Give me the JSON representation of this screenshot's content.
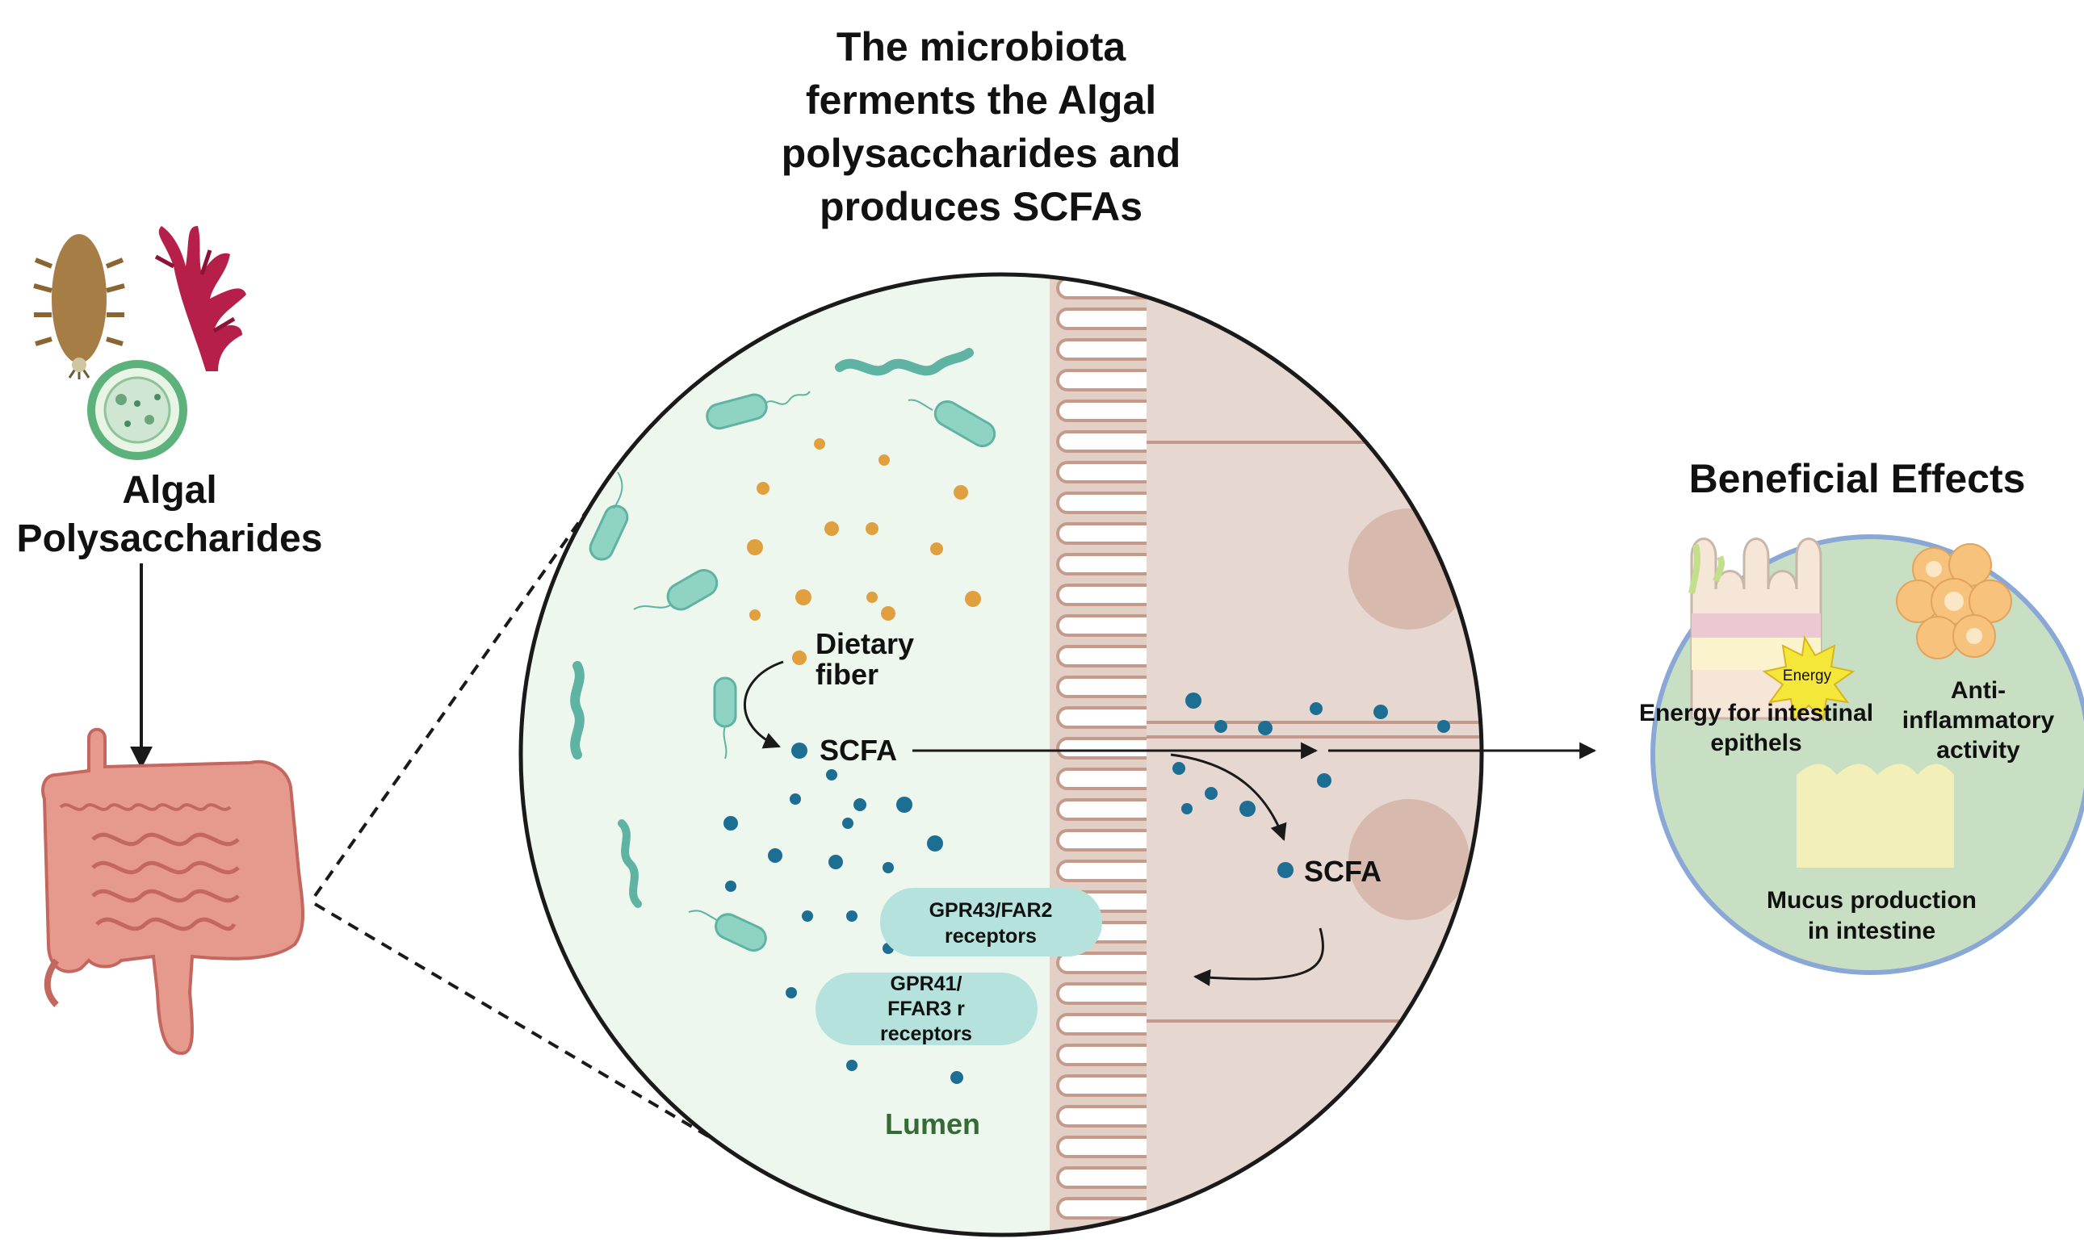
{
  "header": {
    "title_lines": [
      "The microbiota",
      "ferments the Algal",
      "polysaccharides and",
      "produces SCFAs"
    ]
  },
  "left_panel": {
    "label_lines": [
      "Algal",
      "Polysaccharides"
    ],
    "icons": [
      "brown-seaweed-icon",
      "red-seaweed-icon",
      "microalgae-cell-icon",
      "intestine-icon"
    ]
  },
  "zoom_circle": {
    "dietary_fiber_lines": [
      "Dietary",
      "fiber"
    ],
    "scfa_lumen": "SCFA",
    "scfa_tissue": "SCFA",
    "receptor_1_lines": [
      "GPR43/FAR2",
      "receptors"
    ],
    "receptor_2_lines": [
      "GPR41/",
      "FFAR3 r",
      "receptors"
    ],
    "lumen_label": "Lumen"
  },
  "beneficial": {
    "title": "Beneficial Effects",
    "energy_badge": "Energy",
    "energy_label_lines": [
      "Energy for intestinal",
      "epithels"
    ],
    "anti_lines": [
      "Anti-",
      "inflammatory",
      "activity"
    ],
    "mucus_lines": [
      "Mucus production",
      "in intestine"
    ]
  },
  "colors": {
    "lumen_bg": "#eef7ee",
    "tissue_bg": "#e6d8d1",
    "villi_fill": "#ffffff",
    "villi_stroke": "#c59a8a",
    "fiber_dot": "#e0a040",
    "scfa_dot": "#1d6e93",
    "bacteria": "#8fd3c3",
    "receptor_fill": "#b5e2dc",
    "benefit_bg": "#c9dfc4",
    "benefit_border": "#8aa8d6",
    "lumen_text": "#356b34",
    "intestine": "#e69a8e"
  }
}
